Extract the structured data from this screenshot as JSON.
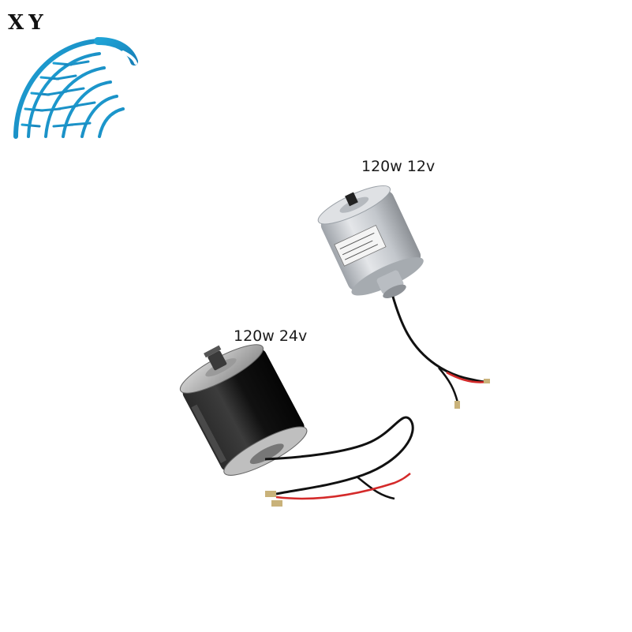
{
  "brand": {
    "logo_text": "XY",
    "icon": "tire-tread-logo",
    "color": "#1fa3d6"
  },
  "products": [
    {
      "label": "120w 12v",
      "body_color": "#c9ccd1",
      "icon": "silver-dc-motor"
    },
    {
      "label": "120w 24v",
      "body_color": "#1c1c1c",
      "icon": "black-dc-motor"
    }
  ],
  "wire_colors": {
    "red": "#d42a2a",
    "black": "#111111"
  }
}
